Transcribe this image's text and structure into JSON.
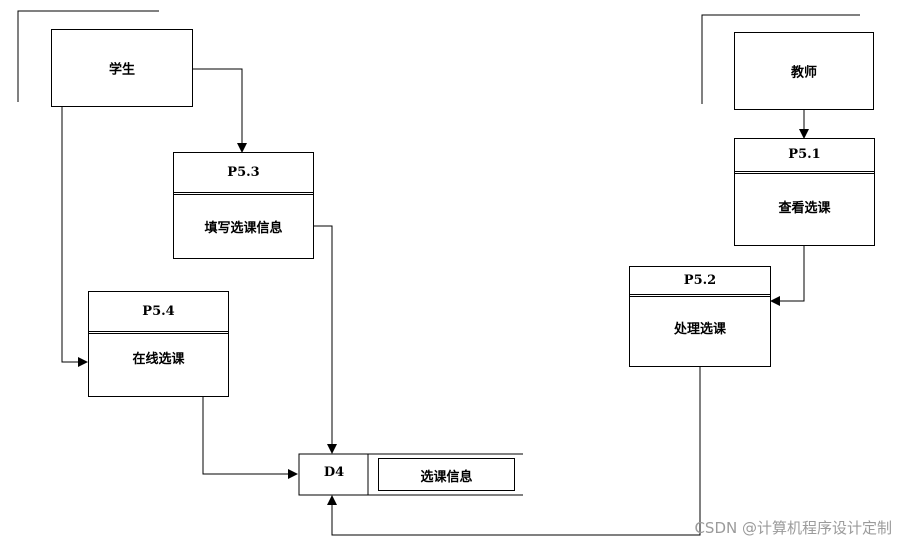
{
  "entities": {
    "student": "学生",
    "teacher": "教师"
  },
  "processes": {
    "p51": {
      "id": "P5.1",
      "name": "查看选课"
    },
    "p52": {
      "id": "P5.2",
      "name": "处理选课"
    },
    "p53": {
      "id": "P5.3",
      "name": "填写选课信息"
    },
    "p54": {
      "id": "P5.4",
      "name": "在线选课"
    }
  },
  "store": {
    "id": "D4",
    "name": "选课信息"
  },
  "watermark": "CSDN @计算机程序设计定制"
}
